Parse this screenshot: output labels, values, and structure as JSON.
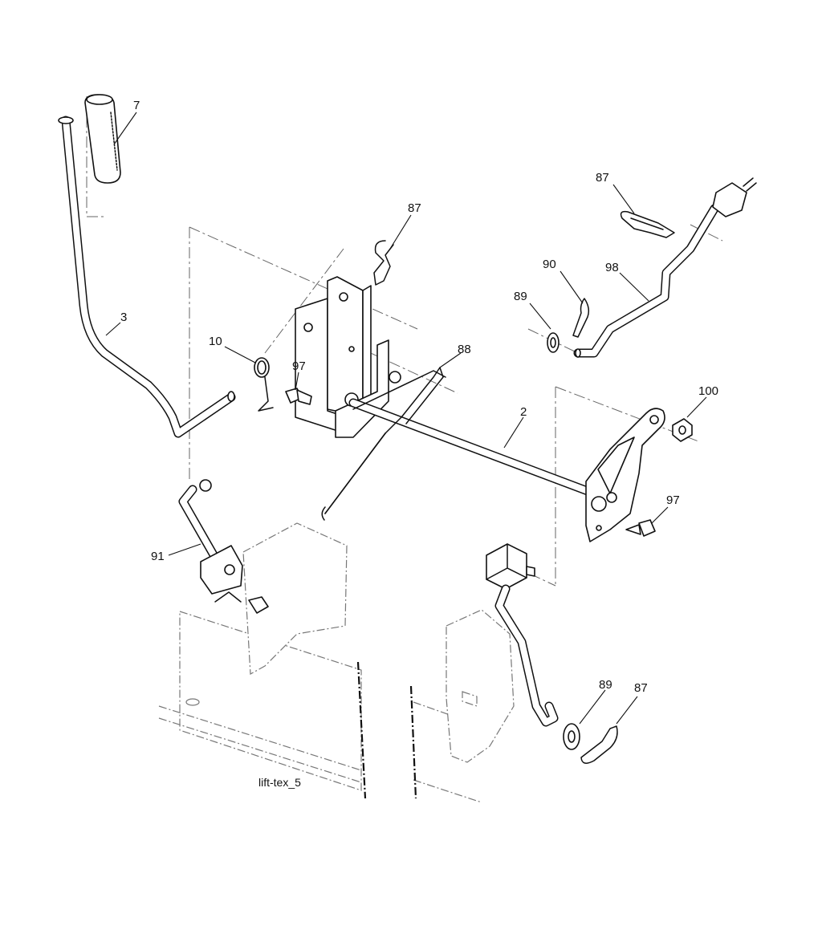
{
  "caption": "lift-tex_5",
  "labels": {
    "grip": "7",
    "lift_handle": "3",
    "clip_upper_mid": "87",
    "clip_upper_right": "87",
    "clip_lower_right": "87",
    "spring_small": "10",
    "bolt_upper": "97",
    "bolt_lower": "97",
    "spring_large": "88",
    "washer_upper": "89",
    "washer_lower": "89",
    "hairpin": "90",
    "adjust_rod": "98",
    "lift_shaft": "2",
    "nut": "100",
    "link_left": "91"
  }
}
